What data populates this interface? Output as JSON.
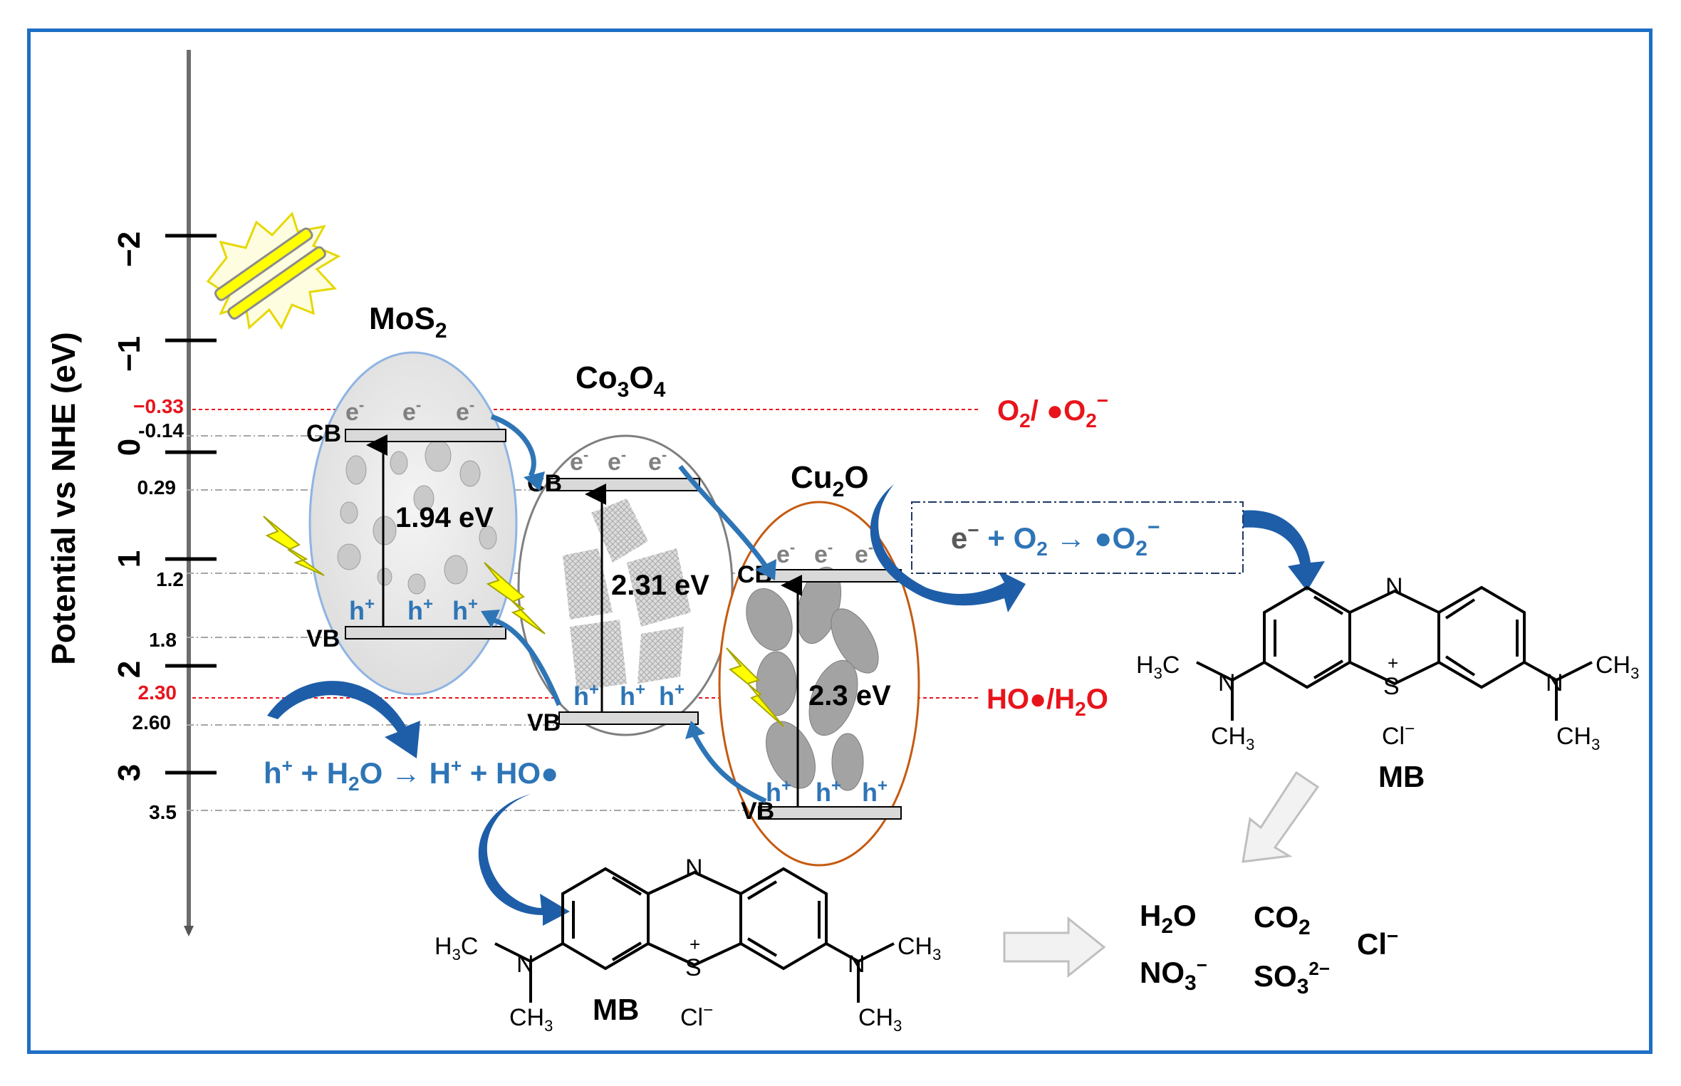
{
  "axis": {
    "label": "Potential vs NHE (eV)",
    "ticks": [
      "−2",
      "−1",
      "0",
      "1",
      "2",
      "3"
    ],
    "minor_labels": [
      "−0.33",
      "-0.14",
      "0.29",
      "1.2",
      "1.8",
      "2.30",
      "2.60",
      "3.5"
    ]
  },
  "materials": {
    "mos2": {
      "name_main": "MoS",
      "name_sub": "2",
      "gap": "1.94 eV"
    },
    "co3o4": {
      "name_a": "Co",
      "sub_a": "3",
      "name_b": "O",
      "sub_b": "4",
      "gap": "2.31 eV"
    },
    "cu2o": {
      "name_a": "Cu",
      "sub_a": "2",
      "name_b": "O",
      "gap": "2.3 eV"
    }
  },
  "band_labels": {
    "cb": "CB",
    "vb": "VB",
    "electron": "e",
    "electron_sup": "-",
    "hole": "h",
    "hole_sup": "+"
  },
  "redox": {
    "o2_label": "O",
    "o2_sub": "2",
    "o2_rest": "/ ●O",
    "o2_sub2": "2",
    "o2_sup": "−",
    "ho_label": "HO●/H",
    "ho_sub": "2",
    "ho_rest": "O"
  },
  "reactions": {
    "superoxide": {
      "a": "e",
      "a_sup": "−",
      "b": " + O",
      "b_sub": "2",
      "c": " → ●O",
      "c_sub": "2",
      "c_sup": "−"
    },
    "hydroxyl": {
      "a": "h",
      "a_sup": "+",
      "b": " + H",
      "b_sub": "2",
      "c": "O → H",
      "c_sup": "+",
      "d": " + HO●"
    }
  },
  "molecule": {
    "n_label": "N",
    "s_label": "S",
    "s_charge": "+",
    "left_h": "H",
    "left_h_sub": "3",
    "left_c": "C",
    "right_c": "CH",
    "right_c_sub": "3",
    "n_atom": "N",
    "ch3": "CH",
    "ch3_sub": "3",
    "counter": "Cl",
    "counter_sup": "−",
    "name": "MB"
  },
  "products": {
    "h2o": {
      "a": "H",
      "sub": "2",
      "b": "O"
    },
    "co2": {
      "a": "CO",
      "sub": "2"
    },
    "cl": {
      "a": "Cl",
      "sup": "−"
    },
    "no3": {
      "a": "NO",
      "sub": "3",
      "sup": "−"
    },
    "so3": {
      "a": "SO",
      "sub": "3",
      "sup": "2−"
    }
  },
  "colors": {
    "frame": "#1f6fc5",
    "red": "#e8141c",
    "blue": "#2e75b6",
    "arrow": "#1e5ea8",
    "dark_navy": "#1f3864",
    "bolt": "#ffff00"
  },
  "icons": [
    "lamp-icon",
    "lightning-icon",
    "curved-arrow-icon",
    "hollow-arrow-icon"
  ]
}
